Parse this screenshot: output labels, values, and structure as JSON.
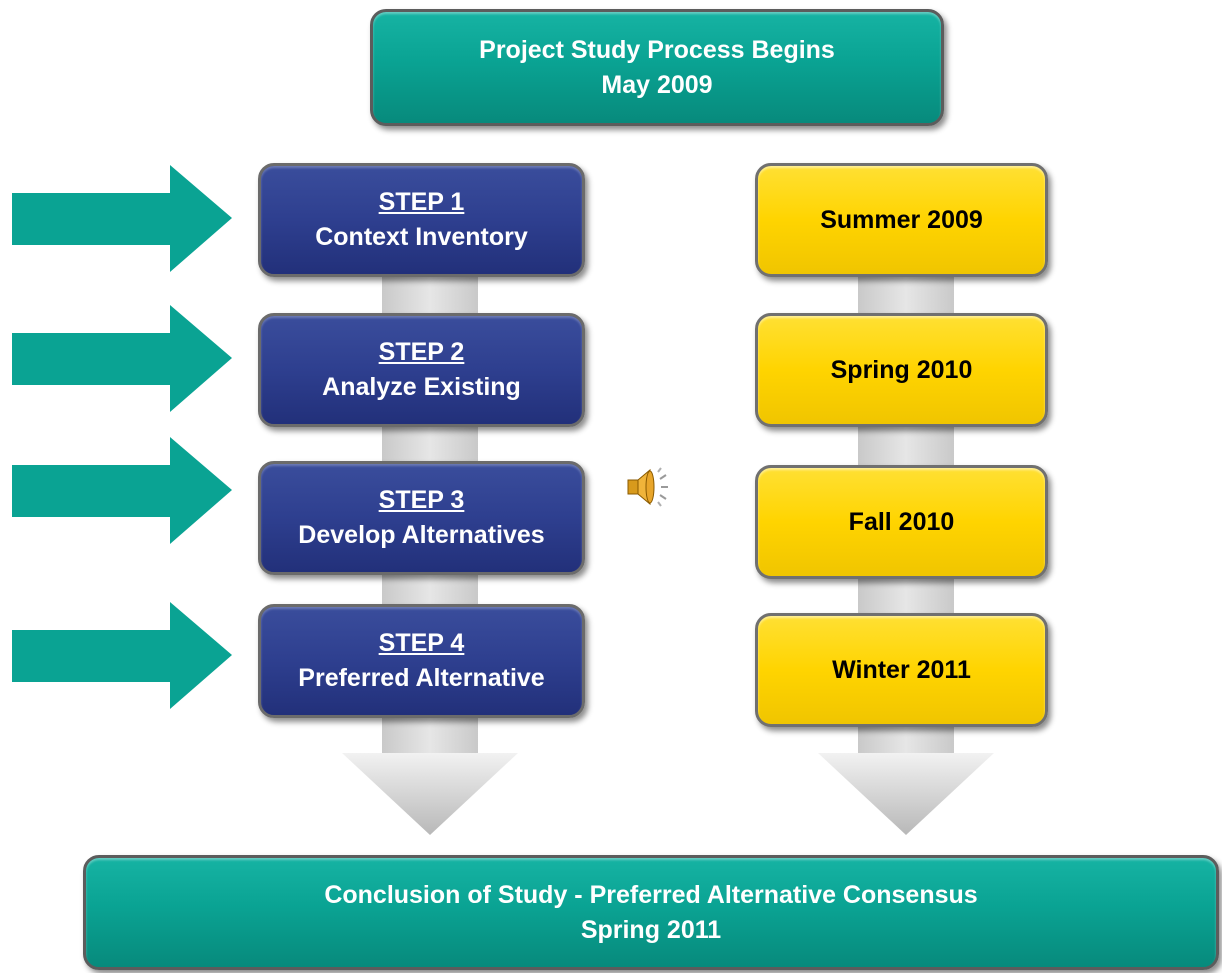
{
  "header": {
    "title": "Project Study Process Begins",
    "date": "May 2009"
  },
  "steps": [
    {
      "step": "STEP 1",
      "label": "Context Inventory"
    },
    {
      "step": "STEP 2",
      "label": "Analyze Existing"
    },
    {
      "step": "STEP 3",
      "label": "Develop Alternatives"
    },
    {
      "step": "STEP 4",
      "label": "Preferred Alternative"
    }
  ],
  "timeline": [
    "Summer 2009",
    "Spring 2010",
    "Fall 2010",
    "Winter 2011"
  ],
  "footer": {
    "title": "Conclusion of Study - Preferred Alternative Consensus",
    "date": "Spring 2011"
  },
  "icons": {
    "audio": "speaker-icon",
    "pointer": "right-arrow-icon"
  },
  "colors": {
    "teal": "#0aa393",
    "blue": "#2e3f8f",
    "yellow": "#ffd400",
    "connector": "#d0d0d0"
  }
}
